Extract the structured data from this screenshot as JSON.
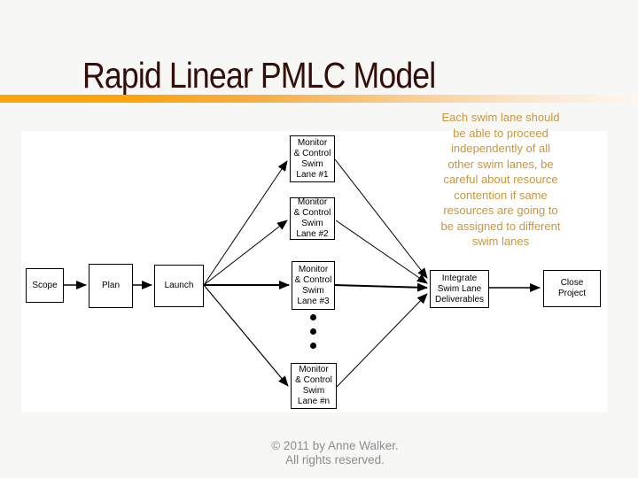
{
  "slide": {
    "title": "Rapid Linear PMLC Model",
    "note": "Each swim lane should\nbe able to proceed\nindependently of all\nother swim lanes, be\ncareful about resource\ncontention if same\nresources are going to\nbe assigned to different\nswim lanes",
    "footer": {
      "line1": "© 2011 by Anne Walker.",
      "line2": "All rights reserved."
    },
    "colors": {
      "title_text": "#330d08",
      "accent_bar_orange": "#faa50a",
      "note_text": "#c8963c",
      "footer_text": "#8d8d8d",
      "page_background": "#f7f7f6",
      "diagram_background": "#ffffff",
      "box_border": "#000000",
      "connector": "#000000"
    }
  },
  "diagram": {
    "nodes": [
      {
        "id": "scope",
        "label": "Scope"
      },
      {
        "id": "plan",
        "label": "Plan"
      },
      {
        "id": "launch",
        "label": "Launch"
      },
      {
        "id": "lane-1",
        "label": "Monitor\n& Control\nSwim\nLane #1"
      },
      {
        "id": "lane-2",
        "label": "Monitor\n& Control\nSwim\nLane #2"
      },
      {
        "id": "lane-3",
        "label": "Monitor\n& Control\nSwim\nLane #3"
      },
      {
        "id": "lane-n",
        "label": "Monitor\n& Control\nSwim\nLane #n"
      },
      {
        "id": "integrate",
        "label": "Integrate\nSwim Lane\nDeliverables"
      },
      {
        "id": "close",
        "label": "Close\nProject"
      }
    ],
    "edges": [
      {
        "from": "scope",
        "to": "plan"
      },
      {
        "from": "plan",
        "to": "launch"
      },
      {
        "from": "launch",
        "to": "lane-1"
      },
      {
        "from": "launch",
        "to": "lane-2"
      },
      {
        "from": "launch",
        "to": "lane-3"
      },
      {
        "from": "launch",
        "to": "lane-n"
      },
      {
        "from": "lane-1",
        "to": "integrate"
      },
      {
        "from": "lane-2",
        "to": "integrate"
      },
      {
        "from": "lane-3",
        "to": "integrate"
      },
      {
        "from": "lane-n",
        "to": "integrate"
      },
      {
        "from": "integrate",
        "to": "close"
      }
    ],
    "ellipsis": "vertical-dots (more swim lanes)"
  }
}
